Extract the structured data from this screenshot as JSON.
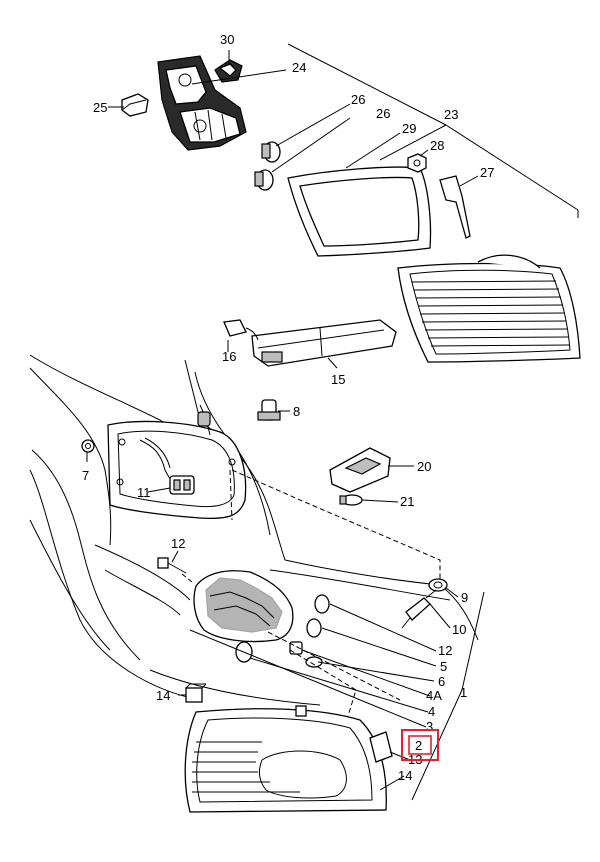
{
  "highlight": {
    "part": "2",
    "color": "#e8202a"
  },
  "labels": {
    "l30": "30",
    "l24": "24",
    "l25": "25",
    "l26a": "26",
    "l26b": "26",
    "l23": "23",
    "l29": "29",
    "l28": "28",
    "l27": "27",
    "l16": "16",
    "l15": "15",
    "l8": "8",
    "l7": "7",
    "l11": "11",
    "l20": "20",
    "l21": "21",
    "l12a": "12",
    "l9": "9",
    "l10": "10",
    "l12b": "12",
    "l5": "5",
    "l6": "6",
    "l4A": "4A",
    "l1": "1",
    "l4": "4",
    "l3": "3",
    "l2": "2",
    "l13": "13",
    "l14a": "14",
    "l14b": "14"
  }
}
